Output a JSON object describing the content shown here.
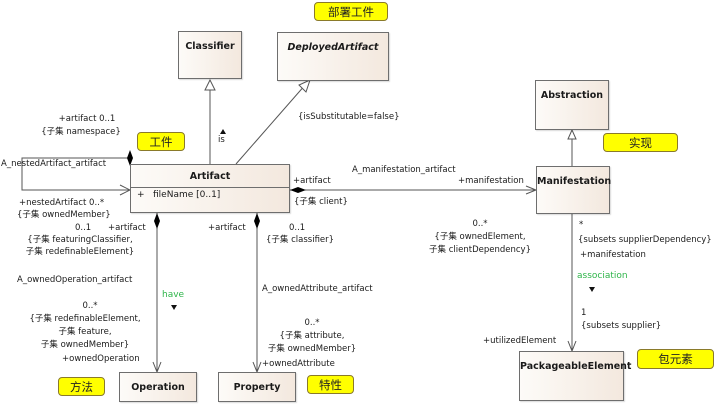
{
  "classes": {
    "classifier": {
      "name": "Classifier"
    },
    "deployed_artifact": {
      "name": "DeployedArtifact"
    },
    "artifact": {
      "name": "Artifact",
      "attribute": {
        "visibility": "+",
        "text": "fileName [0..1]"
      }
    },
    "abstraction": {
      "name": "Abstraction"
    },
    "manifestation": {
      "name": "Manifestation"
    },
    "operation": {
      "name": "Operation"
    },
    "property": {
      "name": "Property"
    },
    "packageable_element": {
      "name": "PackageableElement"
    }
  },
  "callouts": {
    "deployed_artifact": "部署工件",
    "artifact": "工件",
    "manifestation": "实现",
    "operation": "方法",
    "property": "特性",
    "packageable_element": "包元素"
  },
  "generalizations": {
    "artifact_classifier": {
      "label": "is"
    },
    "artifact_deployed": {
      "constraint": "{isSubstitutable=false}"
    }
  },
  "associations": {
    "nested_artifact": {
      "name": "A_nestedArtifact_artifact",
      "owner_end": "+artifact 0..1",
      "owner_subsets": "{子集 namespace}",
      "member_end": "+nestedArtifact 0..*",
      "member_subsets": "{子集 ownedMember}"
    },
    "owned_operation": {
      "name": "A_ownedOperation_artifact",
      "owner_multiplicity": "0..1",
      "owner_role": "+artifact",
      "owner_subsets_1": "{子集 featuringClassifier,",
      "owner_subsets_2": "子集 redefinableElement}",
      "direction_label": "have",
      "member_multiplicity": "0..*",
      "member_subsets_1": "{子集 redefinableElement,",
      "member_subsets_2": "子集 feature,",
      "member_subsets_3": "子集 ownedMember}",
      "member_role": "+ownedOperation"
    },
    "owned_attribute": {
      "name": "A_ownedAttribute_artifact",
      "owner_role": "+artifact",
      "owner_multiplicity": "0..1",
      "owner_subsets": "{子集 classifier}",
      "member_multiplicity": "0..*",
      "member_subsets_1": "{子集 attribute,",
      "member_subsets_2": "子集 ownedMember}",
      "member_role": "+ownedAttribute"
    },
    "manifestation": {
      "name": "A_manifestation_artifact",
      "owner_role": "+artifact",
      "owner_subsets": "{子集 client}",
      "member_role": "+manifestation",
      "member_multiplicity": "0..*",
      "member_subsets_1": "{子集 ownedElement,",
      "member_subsets_2": "子集 clientDependency}"
    },
    "utilized_element": {
      "source_multiplicity": "*",
      "source_subsets": "{subsets supplierDependency}",
      "source_role": "+manifestation",
      "direction_label": "association",
      "target_multiplicity": "1",
      "target_subsets": "{subsets supplier}",
      "target_role": "+utilizedElement"
    }
  }
}
